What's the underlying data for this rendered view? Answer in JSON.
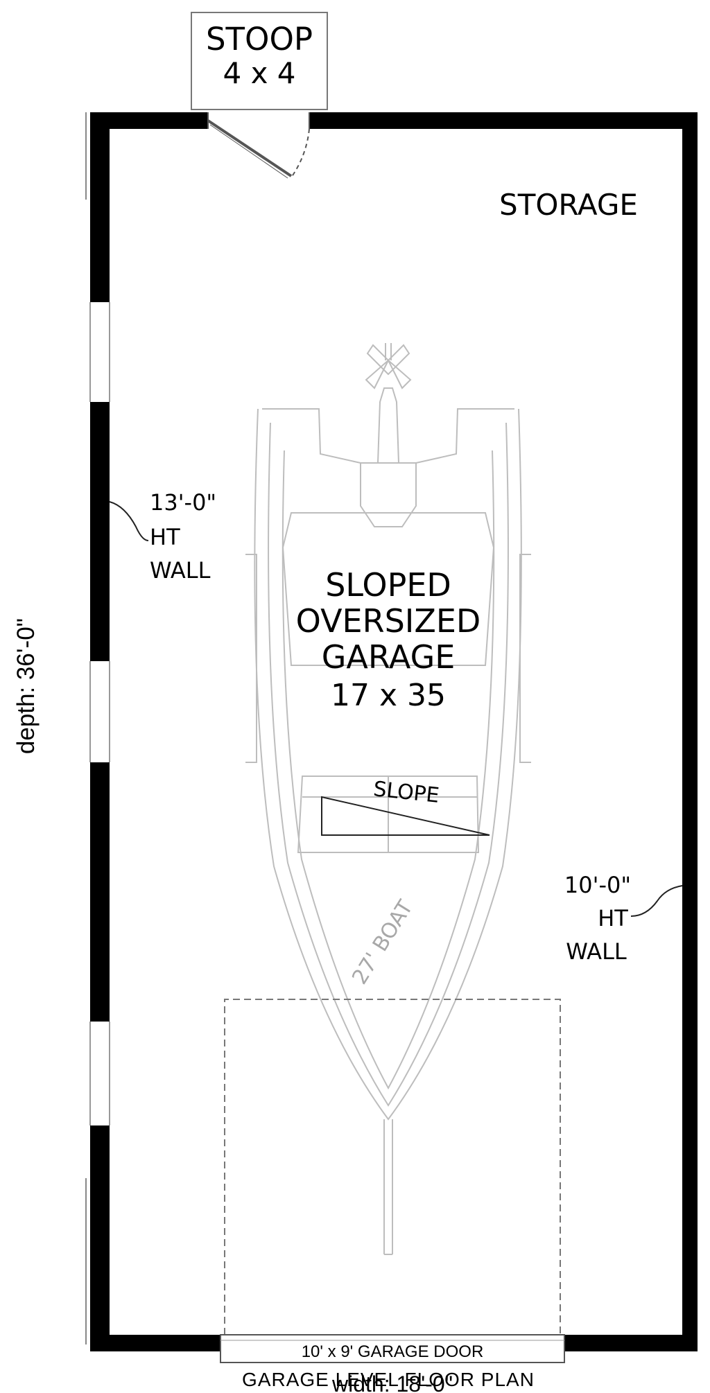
{
  "plan": {
    "caption": "GARAGE LEVEL FLOOR PLAN",
    "width_dimension": "width: 18'-0\"",
    "depth_dimension": "depth: 36'-0\"",
    "stoop": {
      "line1": "STOOP",
      "line2": "4 x 4"
    },
    "rooms": {
      "storage": "STORAGE",
      "garage_line1": "SLOPED",
      "garage_line2": "OVERSIZED",
      "garage_line3": "GARAGE",
      "garage_size": "17 x 35"
    },
    "slope_label": "SLOPE",
    "boat_label": "27' BOAT",
    "left_wall": {
      "height": "13'-0\"",
      "line2": "HT",
      "line3": "WALL"
    },
    "right_wall": {
      "height": "10'-0\"",
      "line2": "HT",
      "line3": "WALL"
    },
    "garage_door": "10' x 9' GARAGE DOOR",
    "colors": {
      "wall": "#000000",
      "boat_outline": "#bdbdbd",
      "paper": "#ffffff"
    }
  }
}
